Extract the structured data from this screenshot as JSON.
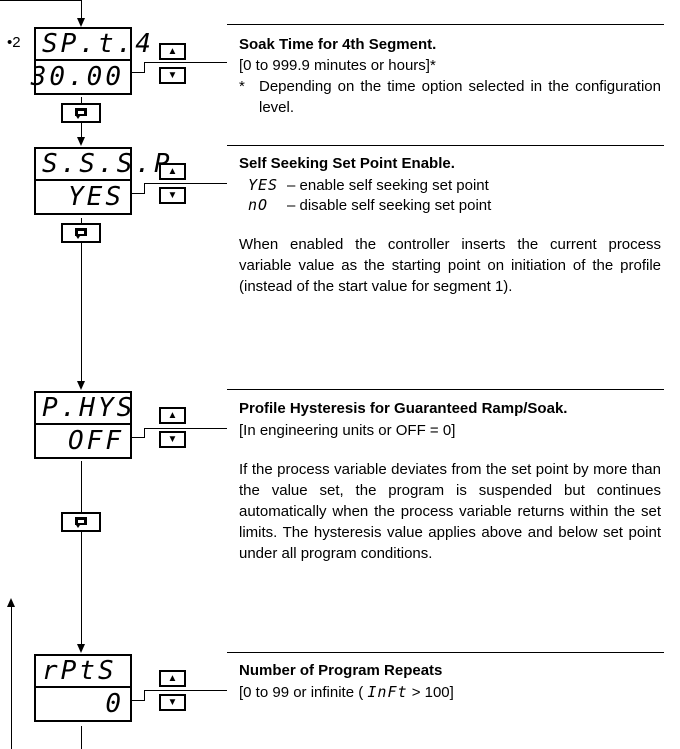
{
  "ref_mark": "•2",
  "up_arrow": "▲",
  "down_arrow": "▼",
  "blocks": [
    {
      "display_top": "SP.t.4",
      "display_bottom": "30.00",
      "heading": "Soak Time for 4th Segment.",
      "range": "[0 to 999.9 minutes or hours]*",
      "footnote_marker": "*",
      "footnote": "Depending on the time option selected in the configuration level."
    },
    {
      "display_top": "S.S.S.P",
      "display_bottom": "YES",
      "heading": "Self Seeking Set Point Enable.",
      "options": [
        {
          "symbol": "YES",
          "desc": "– enable self seeking set point"
        },
        {
          "symbol": "nO",
          "desc": "– disable self seeking set point"
        }
      ],
      "paragraph": "When enabled the controller inserts the current process variable value as the starting point on initiation of the profile (instead of the start value for segment 1)."
    },
    {
      "display_top": "P.HYS",
      "display_bottom": "OFF",
      "heading": "Profile Hysteresis for Guaranteed Ramp/Soak.",
      "range": "[In engineering units or OFF = 0]",
      "paragraph": "If the process variable deviates from the set point by more than the value set, the program is suspended but continues automatically when the process variable returns within the set limits. The hysteresis value applies above and below set point under all program conditions."
    },
    {
      "display_top": "rPtS",
      "display_bottom": "0",
      "heading": "Number of Program Repeats",
      "range_prefix": "[0 to 99 or infinite (",
      "range_symbol": "InFt",
      "range_suffix": " > 100]"
    }
  ]
}
